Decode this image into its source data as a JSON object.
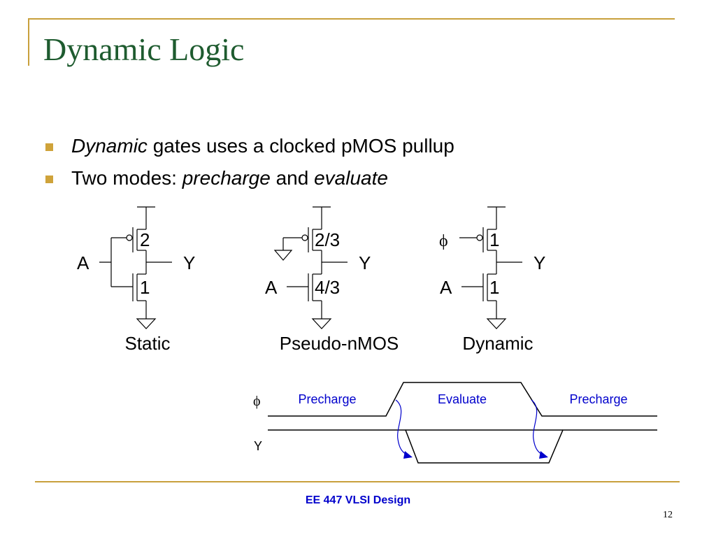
{
  "slide": {
    "title": "Dynamic Logic",
    "bullets": [
      {
        "em": "Dynamic",
        "rest": " gates uses a clocked pMOS pullup"
      },
      {
        "pre": "Two modes: ",
        "em1": "precharge",
        "mid": " and ",
        "em2": "evaluate"
      }
    ],
    "footer": "EE 447 VLSI Design",
    "page_number": "12"
  },
  "diagram": {
    "static": {
      "caption": "Static",
      "input": "A",
      "output": "Y",
      "pmos_size": "2",
      "nmos_size": "1"
    },
    "pseudo": {
      "caption": "Pseudo-nMOS",
      "input": "A",
      "output": "Y",
      "pmos_size": "2/3",
      "nmos_size": "4/3"
    },
    "dynamic": {
      "caption": "Dynamic",
      "clock": "ϕ",
      "input": "A",
      "output": "Y",
      "pmos_size": "1",
      "nmos_size": "1"
    },
    "timing": {
      "clock_label": "ϕ",
      "output_label": "Y",
      "phases": [
        "Precharge",
        "Evaluate",
        "Precharge"
      ],
      "phase_color": "#0000cc"
    }
  }
}
